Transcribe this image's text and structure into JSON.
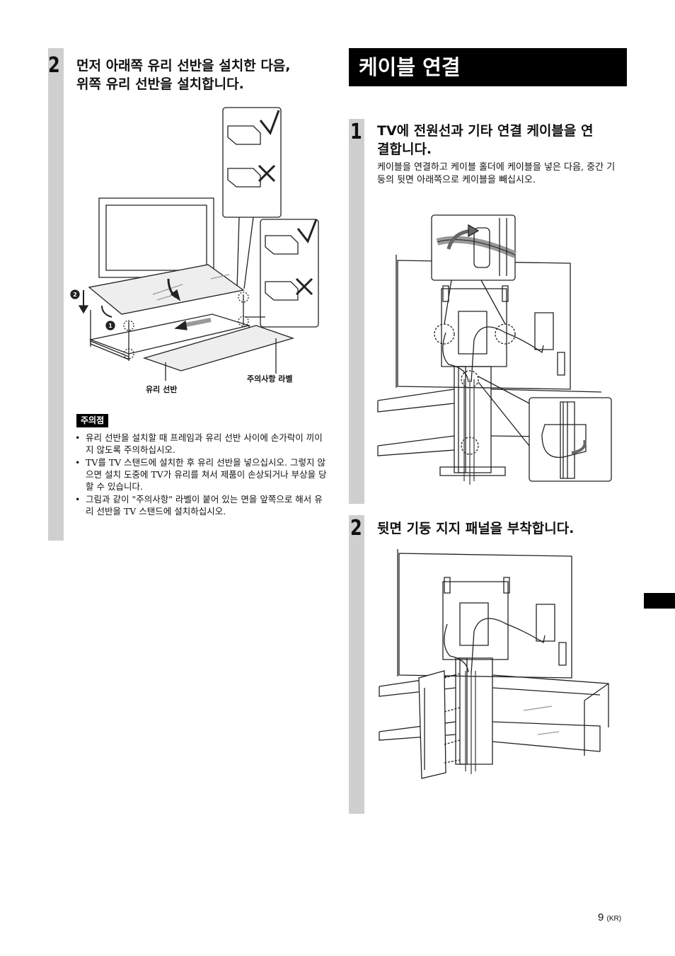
{
  "left_step": {
    "number": "2",
    "title_line1": "먼저 아래쪽 유리 선반을 설치한 다음,",
    "title_line2": "위쪽 유리 선반을 설치합니다.",
    "figure_labels": {
      "glass_shelf": "유리 선반",
      "caution_label": "주의사항 라벨",
      "marker1": "1",
      "marker2": "2"
    },
    "note_title": "주의점",
    "notes": [
      "유리 선반을 설치할 때 프레임과 유리 선반 사이에 손가락이 끼이지 않도록 주의하십시오.",
      "TV를 TV 스탠드에 설치한 후 유리 선반을 넣으십시오. 그렇지 않으면 설치 도중에 TV가 유리를 쳐서 제품이 손상되거나 부상을 당할 수 있습니다.",
      "그림과 같이 \"주의사항\" 라벨이 붙어 있는 면을 앞쪽으로 해서 유리 선반을 TV 스탠드에 설치하십시오."
    ]
  },
  "section_title": "케이블 연결",
  "right_step1": {
    "number": "1",
    "title_line1": "TV에 전원선과 기타 연결 케이블을 연",
    "title_line2": "결합니다.",
    "body": "케이블을 연결하고 케이블 홀더에 케이블을 넣은 다음, 중간 기둥의 뒷면 아래쪽으로 케이블을 빼십시오."
  },
  "right_step2": {
    "number": "2",
    "title": "뒷면 기둥 지지 패널을 부착합니다."
  },
  "page": {
    "number": "9",
    "region": "(KR)"
  }
}
